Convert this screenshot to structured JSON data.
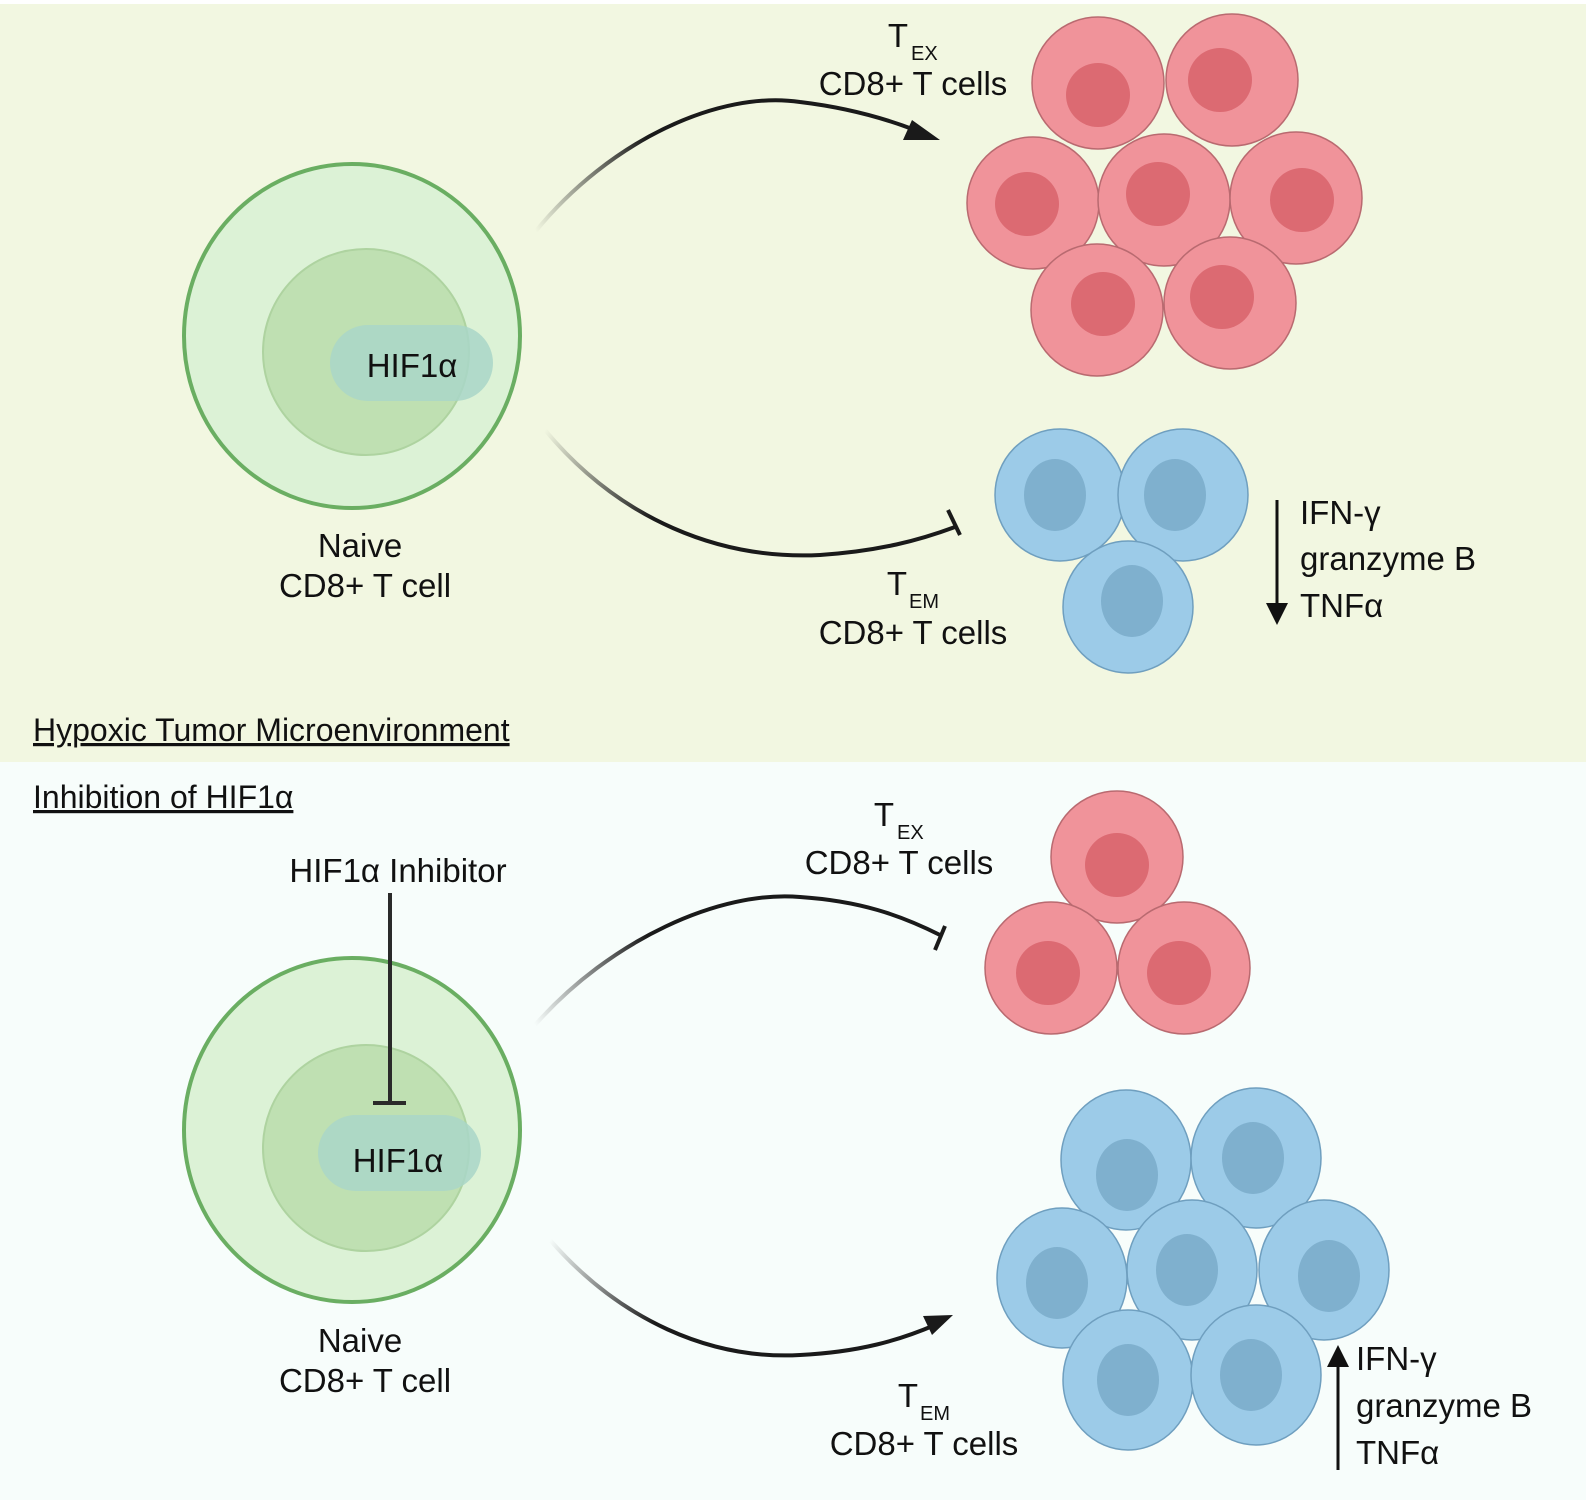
{
  "colors": {
    "top_panel_bg": "#f2f7e1",
    "bottom_panel_bg": "#f7fdfb",
    "naive_cytoplasm": "#dcf2d6",
    "naive_membrane": "#6aae62",
    "naive_nucleus": "#bfe0b2",
    "hif_pill": "#a9d6c8",
    "tex_cell": "#f0939a",
    "tex_nucleus": "#dc6a72",
    "tem_cell": "#9ccbe8",
    "tem_nucleus": "#7fb0ce",
    "arrow": "#1a1a1a"
  },
  "top_panel": {
    "title": "Hypoxic Tumor Microenvironment",
    "naive_cell": {
      "line1": "Naive",
      "line2": "CD8+ T cell",
      "protein": "HIF1α"
    },
    "tex_label": {
      "main": "T",
      "sub": "EX",
      "line2": "CD8+ T cells"
    },
    "tem_label": {
      "main": "T",
      "sub": "EM",
      "line2": "CD8+ T cells"
    },
    "path_to_tex": "promotes",
    "path_to_tem": "inhibits",
    "tex_cell_count": 7,
    "tem_cell_count": 3,
    "cytokine_direction": "down",
    "cytokines": [
      "IFN-γ",
      "granzyme B",
      "TNFα"
    ]
  },
  "bottom_panel": {
    "title": "Inhibition of HIF1α",
    "inhibitor_label": "HIF1α Inhibitor",
    "naive_cell": {
      "line1": "Naive",
      "line2": "CD8+ T cell",
      "protein": "HIF1α"
    },
    "tex_label": {
      "main": "T",
      "sub": "EX",
      "line2": "CD8+ T cells"
    },
    "tem_label": {
      "main": "T",
      "sub": "EM",
      "line2": "CD8+ T cells"
    },
    "path_to_tex": "inhibits",
    "path_to_tem": "promotes",
    "tex_cell_count": 3,
    "tem_cell_count": 7,
    "cytokine_direction": "up",
    "cytokines": [
      "IFN-γ",
      "granzyme B",
      "TNFα"
    ]
  }
}
